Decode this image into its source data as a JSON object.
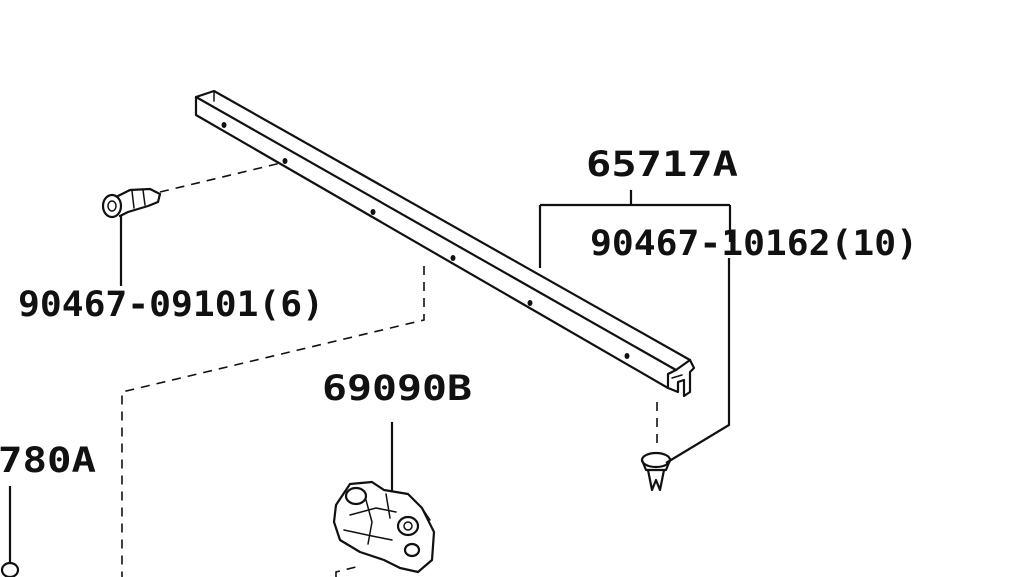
{
  "labels": {
    "rail": "65717A",
    "clip_small": "90467-10162(10)",
    "clip_left": "90467-09101(6)",
    "lock": "69090B",
    "partial_left": "780A"
  },
  "colors": {
    "ink": "#111111",
    "background": "#ffffff"
  },
  "icons": {
    "rail": "rail-part-icon",
    "push_clip_left": "push-clip-icon",
    "push_clip_small": "retainer-clip-icon",
    "lock_assembly": "lock-assembly-icon"
  }
}
